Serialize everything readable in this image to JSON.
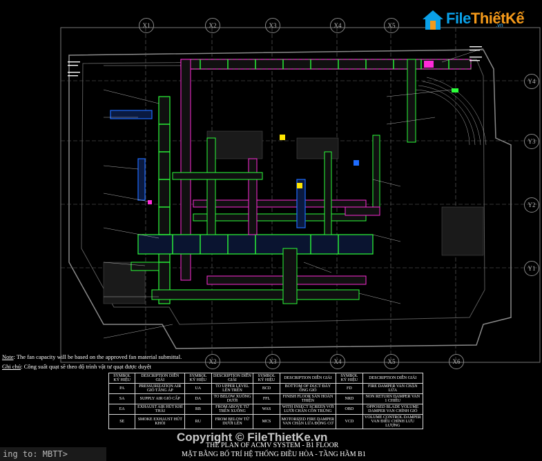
{
  "logo": {
    "file": "File",
    "rest": "ThiếtKế",
    "domain": ".vn"
  },
  "grid": {
    "x_labels_top": [
      "X1",
      "X2",
      "X3",
      "X4",
      "X5"
    ],
    "x_labels_bottom": [
      "X2",
      "X3",
      "X4",
      "X5",
      "X6"
    ],
    "y_labels": [
      "Y4",
      "Y3",
      "Y2",
      "Y1"
    ]
  },
  "notes": {
    "note_label": "Note",
    "note_text": ": The fan capacity will be based on the approved fan material submittal.",
    "ghichu_label": "Ghi chú",
    "ghichu_text": ": Công suất quạt sẽ theo độ trình vật tư quạt được duyệt"
  },
  "legend": {
    "header": [
      "SYMBOL KÝ HIỆU",
      "DESCRIPTION DIỄN GIẢI",
      "SYMBOL KÝ HIỆU",
      "DESCRIPTION DIỄN GIẢI",
      "SYMBOL KÝ HIỆU",
      "DESCRIPTION DIỄN GIẢI",
      "SYMBOL KÝ HIỆU",
      "DESCRIPTION DIỄN GIẢI"
    ],
    "rows": [
      [
        "PA",
        "PRESSURIZATION AIR GIÓ TĂNG ÁP",
        "UA",
        "TO UPPER LEVEL LÊN TRÊN",
        "BCD",
        "BOTTOM OF DUCT ĐÁY ỐNG GIÓ",
        "FD",
        "FIRE DAMPER VAN CHẶN LỬA"
      ],
      [
        "SA",
        "SUPPLY AIR GIÓ CẤP",
        "DA",
        "TO BELOW XUỐNG DƯỚI",
        "FFL",
        "FINISH FLOOR SÀN HOÀN THIỆN",
        "NRD",
        "NON RETURN DAMPER VAN 1 CHIỀU"
      ],
      [
        "EA",
        "EXHAUST AIR HÚT KHÍ THẢI",
        "RB",
        "FROM ABOVE TỪ TRÊN XUỐNG",
        "WAS",
        "WITH INSECT SCREEN VỚI LƯỚI CHẮN CÔN TRÙNG",
        "OBD",
        "OPPOSED BLADE VOLUME DAMPER VAN CHỈNH GIÓ"
      ],
      [
        "SE",
        "SMOKE EXHAUST HÚT KHÓI",
        "RU",
        "FROM BELOW TỪ DƯỚI LÊN",
        "MCS",
        "MOTORIZED FIRE DAMPER VAN CHẶN LỬA ĐỘNG CƠ",
        "VCD",
        "VOLUME CONTROL DAMPER VAN ĐIỀU CHỈNH LƯU LƯỢNG"
      ]
    ]
  },
  "copyright": "Copyright © FileThietKe.vn",
  "title_en": "THE PLAN OF ACMV SYSTEM - B1 FLOOR",
  "title_vi": "MẶT BẰNG BỐ TRÍ HỆ THỐNG ĐIỀU HÒA - TẦNG HẦM B1",
  "command_line": "ing to: MBTT>",
  "colors": {
    "duct_green": "#2bff3a",
    "duct_blue": "#1e6cff",
    "duct_magenta": "#ff2bd9",
    "wall": "#7a7a7a",
    "grid": "#9a9a9a",
    "bg": "#000000"
  }
}
